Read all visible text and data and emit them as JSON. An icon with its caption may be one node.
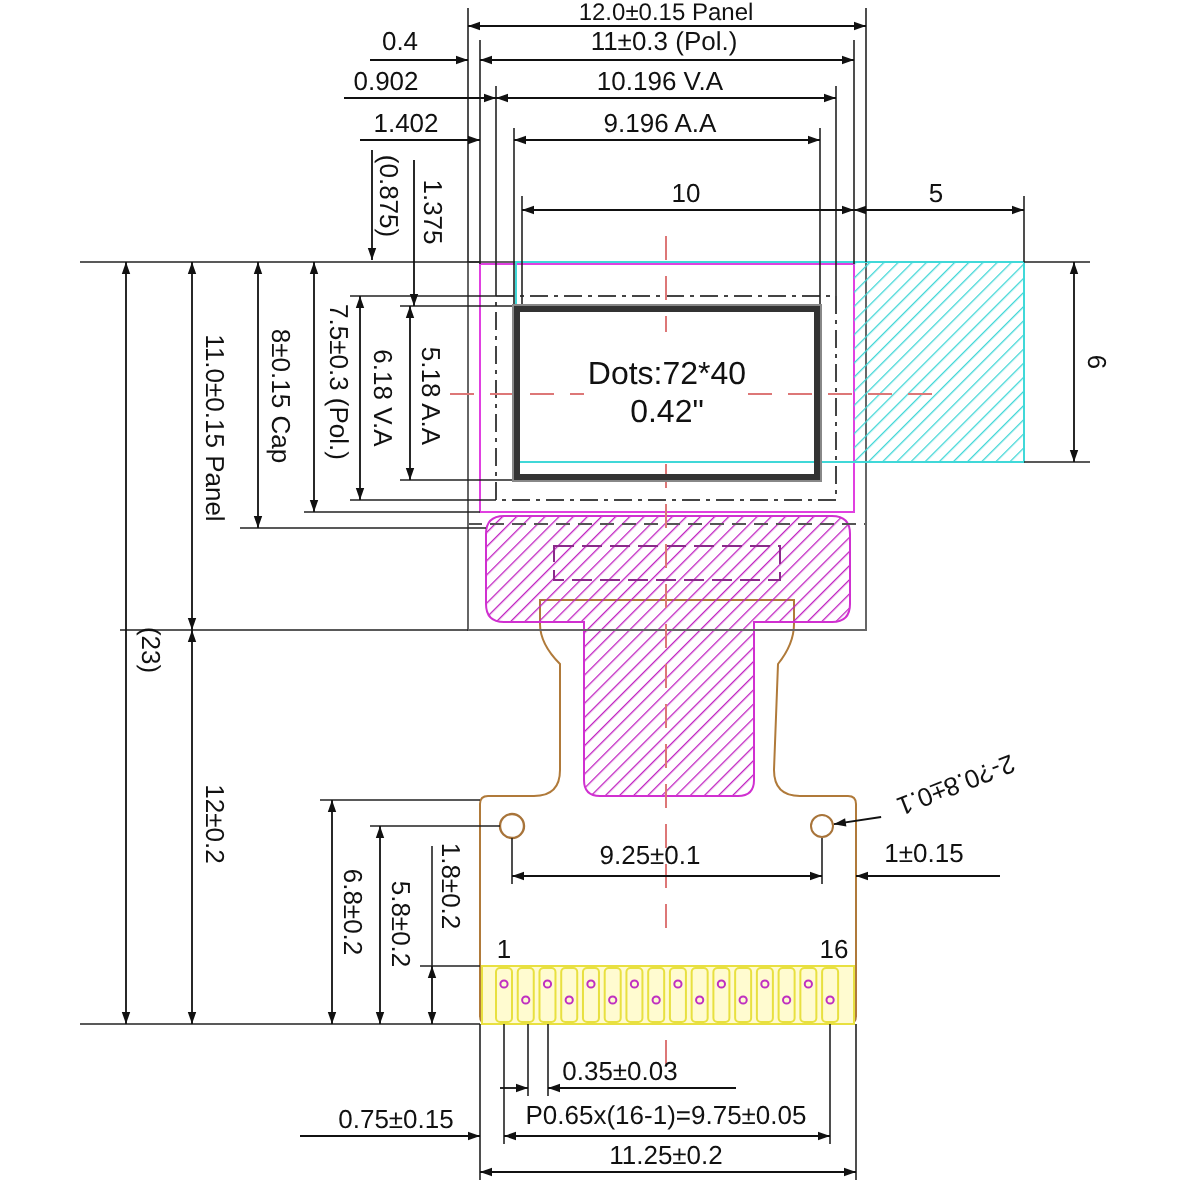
{
  "diagram": {
    "nodes": [
      {
        "text": [
          "Dots:72*40",
          "0.42\""
        ]
      },
      {
        "text": [],
        "shape": "circle"
      },
      {
        "text": [
          "2-?0.8±0.1"
        ]
      }
    ],
    "edges": [
      {
        "from": 2,
        "to": 1,
        "arrow": "to"
      }
    ],
    "labels": [
      "12.0±0.15 Panel",
      "0.4",
      "11±0.3 (Pol.)",
      "0.902",
      "10.196 V.A",
      "1.402",
      "9.196 A.A",
      "(0.875)",
      "1.375",
      "10",
      "5",
      "6",
      "11.0±0.15 Panel",
      "8±0.15 Cap",
      "7.5±0.3 (Pol.)",
      "6.18 V.A",
      "5.18 A.A",
      "(23)",
      "12±0.2",
      "9.25±0.1",
      "1±0.15",
      "6.8±0.2",
      "5.8±0.2",
      "1.8±0.2",
      "1",
      "16",
      "0.35±0.03",
      "0.75±0.15",
      "P0.65x(16-1)=9.75±0.05",
      "11.25±0.2"
    ]
  }
}
